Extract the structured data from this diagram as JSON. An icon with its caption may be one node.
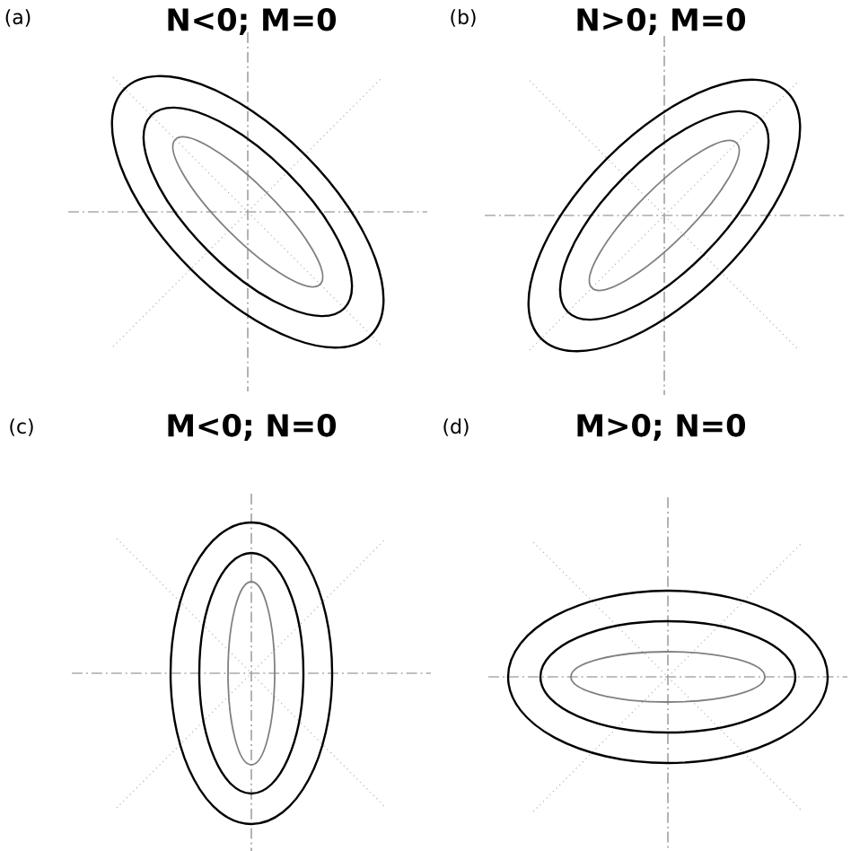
{
  "diagram": {
    "labels": [
      "(a)",
      "N<0; M=0",
      "(b)",
      "N>0; M=0",
      "(c)",
      "M<0; N=0",
      "(d)",
      "M>0; N=0"
    ]
  }
}
